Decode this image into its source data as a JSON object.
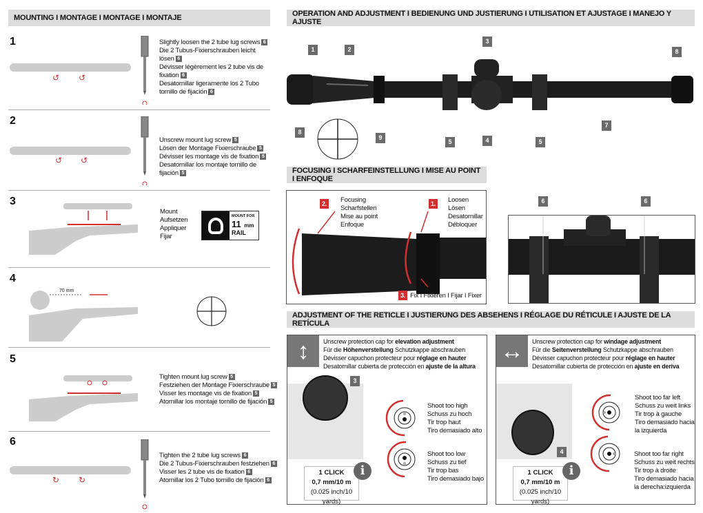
{
  "mounting": {
    "title": "MOUNTING I MONTAGE I MONTAGE I MONTAJE",
    "steps": [
      {
        "num": "1",
        "lines": [
          "Slightly loosen the 2 tube lug screws",
          "Die 2 Tubus-Fixierschrauben leicht lösen",
          "Dévisser légèrement les 2 tube vis de fixation",
          "Desatornillar ligeramente los 2 Tubo tornillo de fijación"
        ],
        "ref": "6"
      },
      {
        "num": "2",
        "lines": [
          "Unscrew mount lug screw",
          "Lösen der Montage Fixierschraube",
          "Dévisser les montage vis de fixation",
          "Desatornillar los montaje tornillo de fijación"
        ],
        "ref": "5"
      },
      {
        "num": "3",
        "lines": [
          "Mount",
          "Aufsetzen",
          "Appliquer",
          "Fijar"
        ],
        "rail_top": "MOUNT FOR",
        "rail_size": "11",
        "rail_unit": "mm",
        "rail_label": "RAIL"
      },
      {
        "num": "4",
        "distance": "70 mm"
      },
      {
        "num": "5",
        "lines": [
          "Tighten mount lug screw",
          "Festziehen der Montage Fixierschraube",
          "Visser les montage vis de fixation",
          "Atornillar los montaje tornillo de fijación"
        ],
        "ref": "5"
      },
      {
        "num": "6",
        "lines": [
          "Tighten the 2 tube lug screws",
          "Die 2 Tubus-Fixierschrauben festziehen",
          "Visser les 2 tube vis de fixation",
          "Atornillar los 2 Tubo tornillo de fijación"
        ],
        "ref": "6"
      }
    ]
  },
  "operation": {
    "title": "OPERATION AND ADJUSTMENT  I  BEDIENUNG UND JUSTIERUNG  I  UTILISATION ET AJUSTAGE  I  MANEJO Y AJUSTE",
    "labels": [
      "1",
      "2",
      "3",
      "4",
      "5",
      "5",
      "7",
      "8",
      "8",
      "9"
    ]
  },
  "focusing": {
    "title": "FOCUSING  I  SCHARFEINSTELLUNG  I  MISE AU POINT  I  ENFOQUE",
    "step2_num": "2.",
    "step2": [
      "Focusing",
      "Scharfstellen",
      "Mise au point",
      "Enfoque"
    ],
    "step1_num": "1.",
    "step1": [
      "Loosen",
      "Lösen",
      "Desatornillar",
      "Débloquer"
    ],
    "step3_num": "3.",
    "step3": "Fix I Fixieren I Fijar I Fixer",
    "photo_labels": [
      "6",
      "6"
    ]
  },
  "reticle": {
    "title": "ADJUSTMENT OF THE RETICLE I JUSTIERUNG DES ABSEHENS I RÉGLAGE DU RÉTICULE I AJUSTE DE LA RETÍCULA",
    "elevation": {
      "l1a": "Unscrew protection cap for ",
      "l1b": "elevation adjustment",
      "l2a": "Für die ",
      "l2b": "Höhenverstellung",
      "l2c": " Schutzkappe abschrauben",
      "l3a": "Dévisser capuchon protecteur pour ",
      "l3b": "réglage en hauter",
      "l4a": "Desatornillar cubierta de protección en ",
      "l4b": "ajuste de la altura",
      "badge": "3",
      "case1": [
        "Shoot too high",
        "Schuss zu hoch",
        "Tir trop haut",
        "Tiro demasiado alto"
      ],
      "case2": [
        "Shoot too low",
        "Schuss zu tief",
        "Tir trop bas",
        "Tiro demasiado bajo"
      ],
      "click": "1 CLICK",
      "click_metric": "0,7 mm/10 m",
      "click_imperial": "(0.025 inch/10 yards)"
    },
    "windage": {
      "l1a": "Unscrew protection cap for ",
      "l1b": "windage adjustment",
      "l2a": "Für die ",
      "l2b": "Seitenverstellung",
      "l2c": " Schutzkappe abschrauben",
      "l3a": "Dévisser capuchon protecteur pour ",
      "l3b": "réglage en hauter",
      "l4a": "Desatornillar cubierta de protección en ",
      "l4b": "ajuste en deriva",
      "badge": "4",
      "case1": [
        "Shoot too far left",
        "Schuss zu weit links",
        "Tir trop à gauche",
        "Tiro demasiado hacia",
        "la izquierda"
      ],
      "case2": [
        "Shoot too far right",
        "Schuss zu weit rechts",
        "Tir trop à droite",
        "Tiro demasiado hacia",
        "la derecha:izquierda"
      ],
      "click": "1 CLICK",
      "click_metric": "0,7 mm/10 m",
      "click_imperial": "(0.025 inch/10 yards)"
    },
    "info": "i"
  },
  "colors": {
    "accent": "#d32f2f",
    "header_bg": "#dcdcdc",
    "badge": "#6b6b6b"
  }
}
